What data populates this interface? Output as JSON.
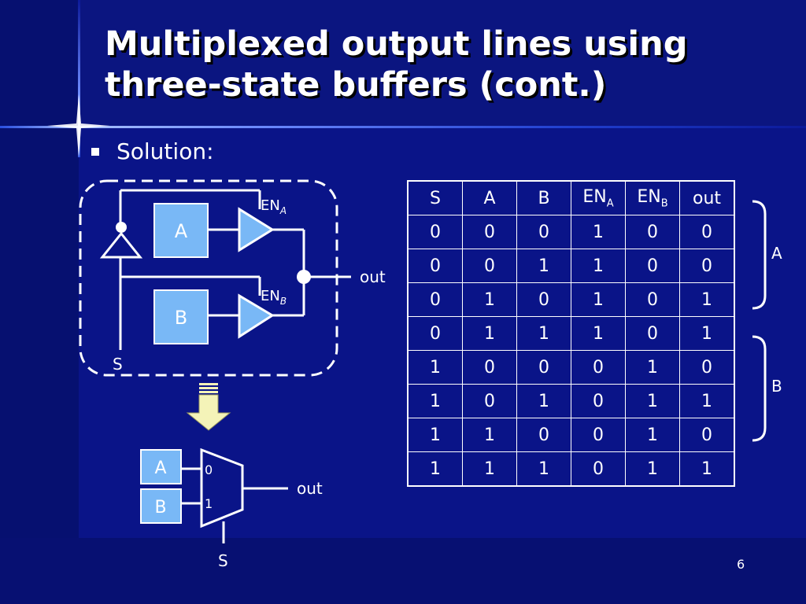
{
  "slide": {
    "title_line1": "Multiplexed output lines using",
    "title_line2": "three-state buffers (cont.)",
    "bullet": "Solution:",
    "page_number": "6"
  },
  "circuit": {
    "block_a": "A",
    "block_b": "B",
    "en_a_main": "EN",
    "en_a_sub": "A",
    "en_b_main": "EN",
    "en_b_sub": "B",
    "out_label": "out",
    "select_label": "S"
  },
  "mux": {
    "input_a": "A",
    "input_b": "B",
    "port0": "0",
    "port1": "1",
    "out_label": "out",
    "select_label": "S"
  },
  "truth_table": {
    "headers": [
      {
        "main": "S",
        "sub": ""
      },
      {
        "main": "A",
        "sub": ""
      },
      {
        "main": "B",
        "sub": ""
      },
      {
        "main": "EN",
        "sub": "A"
      },
      {
        "main": "EN",
        "sub": "B"
      },
      {
        "main": "out",
        "sub": ""
      }
    ],
    "rows": [
      [
        "0",
        "0",
        "0",
        "1",
        "0",
        "0"
      ],
      [
        "0",
        "0",
        "1",
        "1",
        "0",
        "0"
      ],
      [
        "0",
        "1",
        "0",
        "1",
        "0",
        "1"
      ],
      [
        "0",
        "1",
        "1",
        "1",
        "0",
        "1"
      ],
      [
        "1",
        "0",
        "0",
        "0",
        "1",
        "0"
      ],
      [
        "1",
        "0",
        "1",
        "0",
        "1",
        "1"
      ],
      [
        "1",
        "1",
        "0",
        "0",
        "1",
        "0"
      ],
      [
        "1",
        "1",
        "1",
        "0",
        "1",
        "1"
      ]
    ],
    "brace_top_label": "A",
    "brace_bottom_label": "B"
  },
  "colors": {
    "background": "#0a1488",
    "block_fill": "#79b8f6",
    "arrow_fill": "#f4f3b8",
    "line": "#ffffff"
  }
}
